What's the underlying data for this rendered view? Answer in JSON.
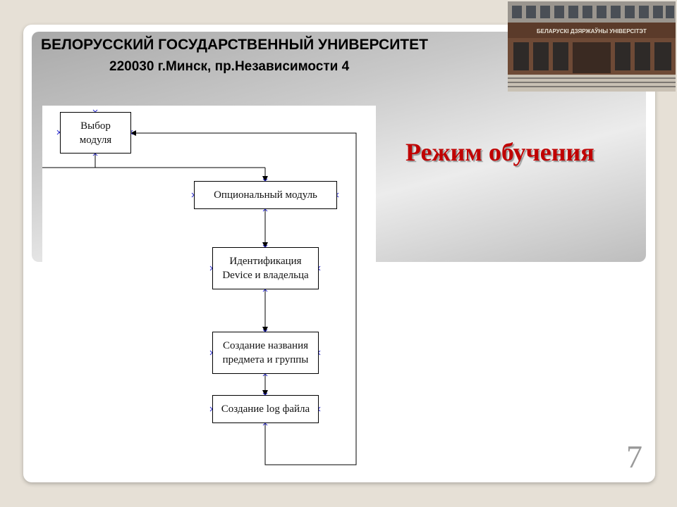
{
  "header": {
    "university": "БЕЛОРУССКИЙ ГОСУДАРСТВЕННЫЙ УНИВЕРСИТЕТ",
    "address": "220030 г.Минск, пр.Независимости 4",
    "photo_sign": "БЕЛАРУСКІ ДЗЯРЖАЎНЫ УНІВЕРСІТЭТ"
  },
  "slide_title": "Режим обучения",
  "flowchart": {
    "select_module": [
      "Выбор",
      "модуля"
    ],
    "optional_module": "Опциональный модуль",
    "identification": [
      "Идентификация",
      "Device и владельца"
    ],
    "create_names": [
      "Создание названия",
      "предмета и группы"
    ],
    "create_log": "Создание log файла"
  },
  "page_number": "7"
}
